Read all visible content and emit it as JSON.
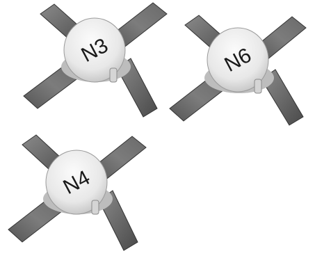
{
  "components": [
    {
      "marking": "N3"
    },
    {
      "marking": "N6"
    },
    {
      "marking": "N4"
    }
  ],
  "colors": {
    "background": "#ffffff",
    "lead_metal": "#6e6e6e",
    "lead_dark": "#3c3c3c",
    "cap_body": "#ececec",
    "marking_text": "#1a1a1a"
  }
}
